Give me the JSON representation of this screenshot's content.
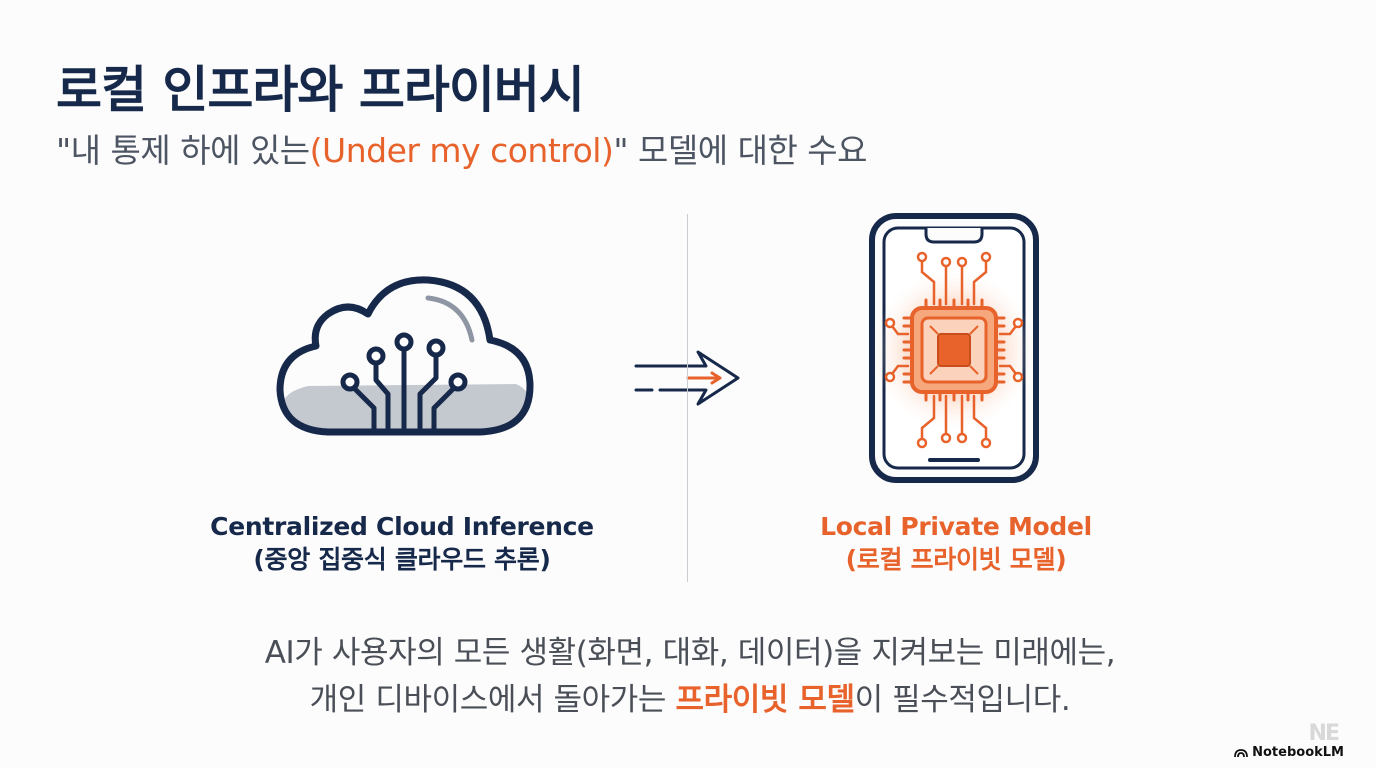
{
  "slide": {
    "title": "로컬 인프라와 프라이버시",
    "subtitle": {
      "prefix": "\"내 통제 하에 있는",
      "accent": "(Under my control)",
      "suffix": "\" 모델에 대한 수요"
    },
    "left": {
      "icon": "cloud-network-icon",
      "caption_en": "Centralized Cloud Inference",
      "caption_ko": "(중앙 집중식 클라우드 추론)"
    },
    "transition_icon": "double-arrow-right-icon",
    "right": {
      "icon": "smartphone-chip-icon",
      "caption_en": "Local Private Model",
      "caption_ko": "(로컬 프라이빗 모델)"
    },
    "body": {
      "line1": "AI가 사용자의 모든 생활(화면, 대화, 데이터)을 지켜보는 미래에는,",
      "line2_prefix": "개인 디바이스에서 돌아가는 ",
      "line2_accent": "프라이빗 모델",
      "line2_suffix": "이 필수적입니다."
    },
    "brand": {
      "name": "NotebookLM",
      "mark": "NE"
    },
    "colors": {
      "navy": "#17294a",
      "accent": "#e8622c",
      "gray": "#4a4f57"
    }
  }
}
